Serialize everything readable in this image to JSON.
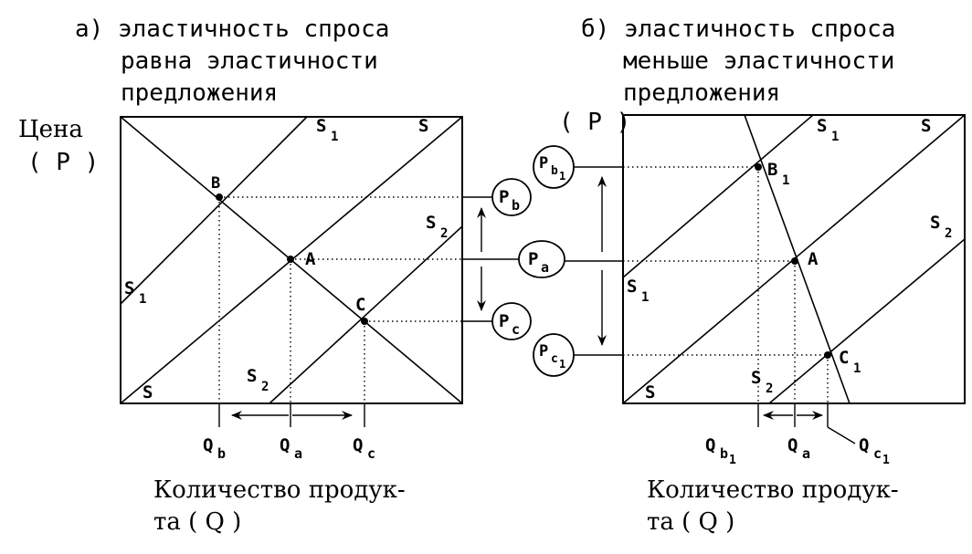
{
  "panel_a": {
    "title_line1": "а) эластичность спроса",
    "title_line2": "равна эластичности",
    "title_line3": "предложения",
    "y_axis_line1": "Цена",
    "y_axis_line2": "( P )",
    "x_axis_line1": "Количество продук-",
    "x_axis_line2": "та ( Q )",
    "labels": {
      "S1_top": "S",
      "S1_top_sub": "1",
      "S_top": "S",
      "S2_right": "S",
      "S2_right_sub": "2",
      "S1_left": "S",
      "S1_left_sub": "1",
      "S_bottom": "S",
      "S2_bottom": "S",
      "S2_bottom_sub": "2",
      "B": "B",
      "A": "A",
      "C": "C",
      "Qb": "Q",
      "Qb_sub": "b",
      "Qa": "Q",
      "Qa_sub": "a",
      "Qc": "Q",
      "Qc_sub": "c"
    }
  },
  "panel_b": {
    "title_line1": "б) эластичность спроса",
    "title_line2": "меньше эластичности",
    "title_line3": "предложения",
    "y_axis_label": "( P )",
    "x_axis_line1": "Количество продук-",
    "x_axis_line2": "та ( Q )",
    "labels": {
      "S1_top": "S",
      "S1_top_sub": "1",
      "S_top": "S",
      "S2_right": "S",
      "S2_right_sub": "2",
      "S1_left": "S",
      "S1_left_sub": "1",
      "S_bottom": "S",
      "S2_bottom": "S",
      "S2_bottom_sub": "2",
      "B1": "B",
      "B1_sub": "1",
      "A": "A",
      "C1": "C",
      "C1_sub": "1",
      "Qb1": "Q",
      "Qb1_sub": "b",
      "Qb1_sub2": "1",
      "Qa": "Q",
      "Qa_sub": "a",
      "Qc1": "Q",
      "Qc1_sub": "c",
      "Qc1_sub2": "1"
    }
  },
  "middle": {
    "Pb": "P",
    "Pb_sub": "b",
    "Pa": "P",
    "Pa_sub": "a",
    "Pc": "P",
    "Pc_sub": "c",
    "Pb1": "P",
    "Pb1_sub": "b",
    "Pb1_sub2": "1",
    "Pc1": "P",
    "Pc1_sub": "c",
    "Pc1_sub2": "1"
  }
}
